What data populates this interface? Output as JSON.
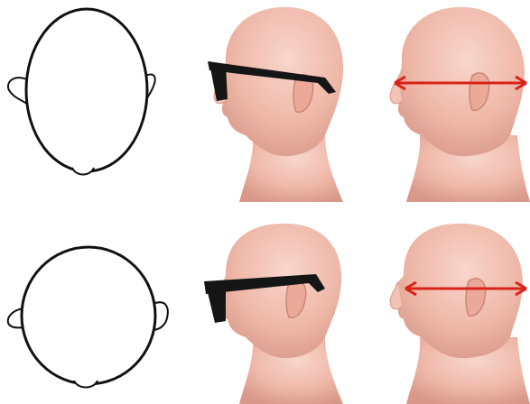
{
  "figure": {
    "rows": [
      {
        "id": "long-head",
        "outline": "oval-head-top-view",
        "glasses": "sunglasses-on-head-profile",
        "measure": "head-length-arrow"
      },
      {
        "id": "round-head",
        "outline": "round-head-top-view",
        "glasses": "sunglasses-on-head-profile",
        "measure": "head-length-arrow"
      }
    ],
    "colors": {
      "skin_light": "#f5cbbf",
      "skin_mid": "#e7a898",
      "skin_shadow": "#c98878",
      "outline": "#111111",
      "glasses": "#151515",
      "arrow": "#d9221a"
    },
    "icons": [
      "ear-icon",
      "nose-icon",
      "arrow-icon",
      "glasses-icon"
    ]
  }
}
